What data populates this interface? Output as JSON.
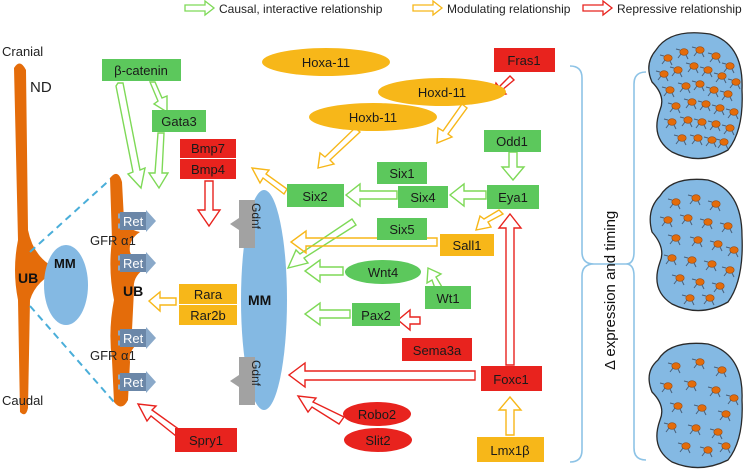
{
  "legend": {
    "causal": "Causal, interactive relationship",
    "modulating": "Modulating relationship",
    "repressive": "Repressive relationship"
  },
  "colors": {
    "green_node": "#5cc85c",
    "red_node": "#e8231e",
    "yellow_node": "#f7b719",
    "blue_tissue": "#84b9e3",
    "orange_tissue": "#e46c0a",
    "gray_receptor": "#a2a2a2",
    "causal_arrow": "#7ed957",
    "modulating_arrow": "#f7b719",
    "repressive_arrow": "#e8231e",
    "dashed_line": "#4aaed9",
    "brace": "#8dc3e6"
  },
  "anatomy": {
    "cranial": "Cranial",
    "caudal": "Caudal",
    "nd": "ND",
    "ub_left": "UB",
    "mm_left": "MM",
    "ub_right": "UB",
    "mm_main": "MM"
  },
  "receptors": {
    "ret": "Ret",
    "gfr_a1": "GFR α1",
    "gdnf": "Gdnf"
  },
  "nodes": {
    "beta_catenin": "β-catenin",
    "gata3": "Gata3",
    "bmp7": "Bmp7",
    "bmp4": "Bmp4",
    "rara": "Rara",
    "rar2b": "Rar2b",
    "spry1": "Spry1",
    "robo2": "Robo2",
    "slit2": "Slit2",
    "hoxa11": "Hoxa-11",
    "hoxd11": "Hoxd-11",
    "hoxb11": "Hoxb-11",
    "fras1": "Fras1",
    "odd1": "Odd1",
    "six1": "Six1",
    "six2": "Six2",
    "six4": "Six4",
    "six5": "Six5",
    "eya1": "Eya1",
    "sall1": "Sall1",
    "wnt4": "Wnt4",
    "wt1": "Wt1",
    "pax2": "Pax2",
    "sema3a": "Sema3a",
    "foxc1": "Foxc1",
    "lmx1b": "Lmx1β"
  },
  "side_label": "Δ expression and timing",
  "cell_groups": [
    {
      "description": "dense"
    },
    {
      "description": "medium"
    },
    {
      "description": "sparse"
    }
  ]
}
